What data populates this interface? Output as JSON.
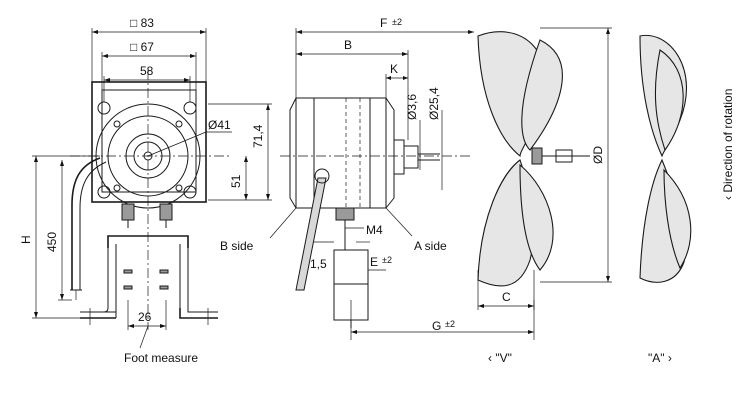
{
  "labels": {
    "sq83": "□ 83",
    "sq67": "□ 67",
    "dim58": "58",
    "dia41": "Ø41",
    "dim71": "71,4",
    "dim51": "51",
    "dimH": "H",
    "dim450": "450",
    "dim26": "26",
    "foot": "Foot measure",
    "dimF": "F",
    "tol2": "±2",
    "dimB": "B",
    "dimK": "K",
    "dia36": "Ø3,6",
    "dia254": "Ø25,4",
    "bside": "B side",
    "aside": "A side",
    "m4": "M4",
    "dim15": "1,5",
    "dimE": "E",
    "dimG": "G",
    "dimC": "C",
    "diaD": "ØD",
    "viewV": "‹ \"V\"",
    "viewA": "\"A\" ›",
    "rotation": "‹ Direction of rotation"
  }
}
